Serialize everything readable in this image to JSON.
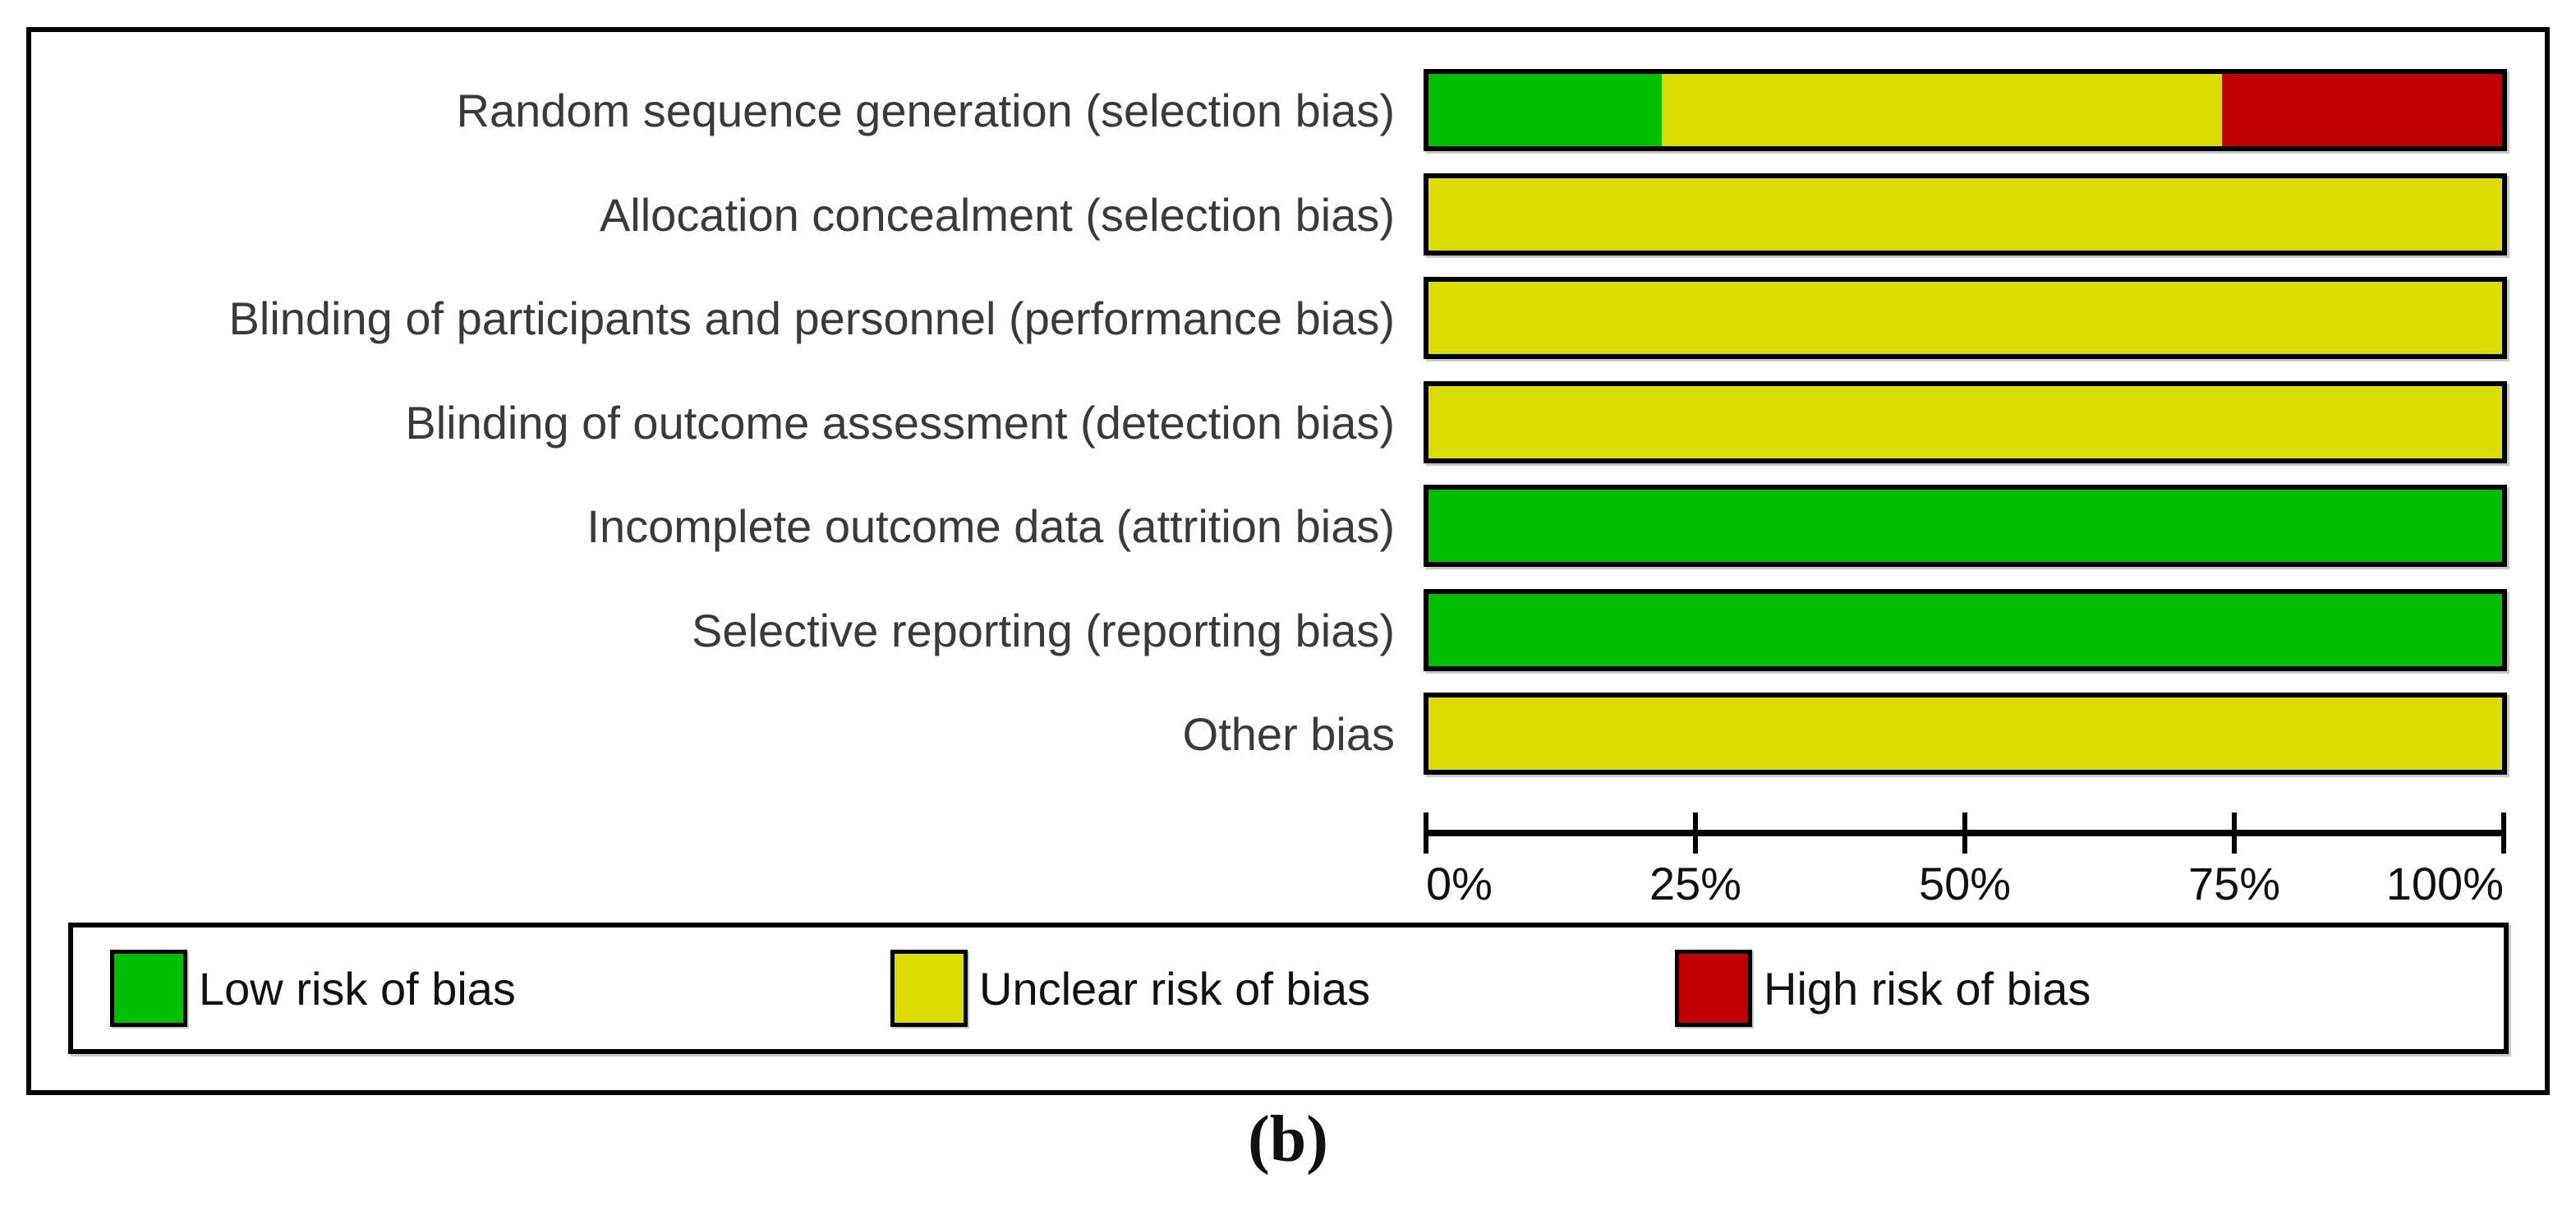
{
  "figure": {
    "caption": "(b)"
  },
  "chart_data": {
    "type": "bar",
    "subtype": "horizontal-stacked-100pct",
    "title": "",
    "xlabel": "",
    "ylabel": "",
    "categories": [
      "Random sequence generation (selection bias)",
      "Allocation concealment (selection bias)",
      "Blinding of participants and personnel (performance bias)",
      "Blinding of outcome assessment (detection bias)",
      "Incomplete outcome data (attrition bias)",
      "Selective reporting (reporting bias)",
      "Other bias"
    ],
    "series": [
      {
        "name": "Low risk of bias",
        "color": "#00be00",
        "values": [
          21.7,
          0,
          0,
          0,
          100,
          100,
          0
        ]
      },
      {
        "name": "Unclear risk of bias",
        "color": "#dcdc00",
        "values": [
          52.2,
          100,
          100,
          100,
          0,
          0,
          100
        ]
      },
      {
        "name": "High risk of bias",
        "color": "#c00000",
        "values": [
          26.1,
          0,
          0,
          0,
          0,
          0,
          0
        ]
      }
    ],
    "x_axis": {
      "range": [
        0,
        100
      ],
      "tick_labels": [
        "0%",
        "25%",
        "50%",
        "75%",
        "100%"
      ],
      "tick_values": [
        0,
        25,
        50,
        75,
        100
      ],
      "unit": "%"
    },
    "legend": {
      "position": "bottom-box",
      "items": [
        {
          "label": "Low risk of bias",
          "color": "#00be00"
        },
        {
          "label": "Unclear risk of bias",
          "color": "#dcdc00"
        },
        {
          "label": "High risk of bias",
          "color": "#c00000"
        }
      ]
    },
    "grid": false,
    "caption": "(b)"
  }
}
